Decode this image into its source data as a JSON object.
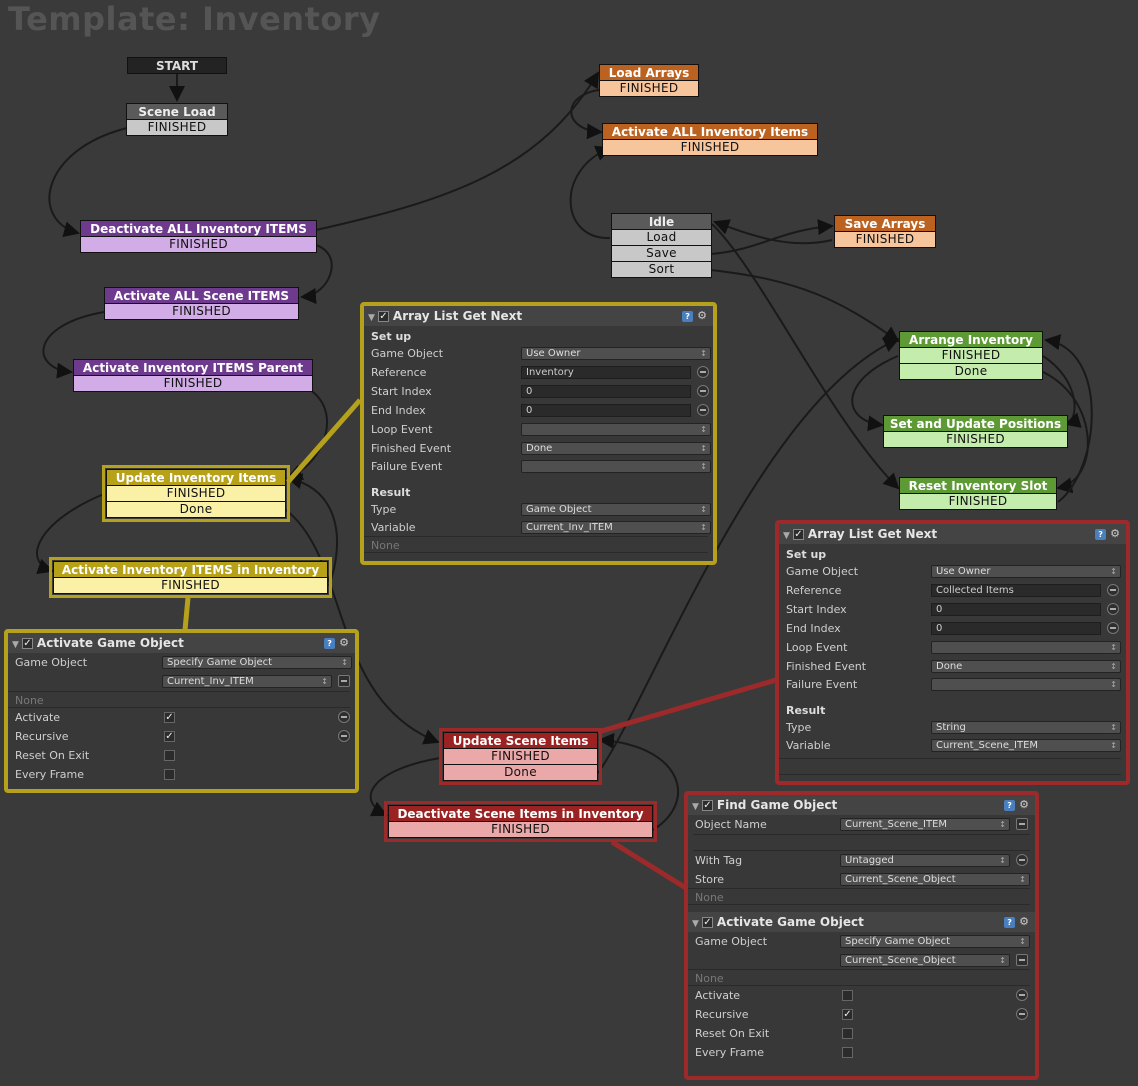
{
  "title": "Template: Inventory",
  "states": {
    "start": {
      "label": "START"
    },
    "scene_load": {
      "name": "Scene Load",
      "events": [
        "FINISHED"
      ]
    },
    "deactivate_all": {
      "name": "Deactivate ALL Inventory ITEMS",
      "events": [
        "FINISHED"
      ]
    },
    "activate_all_scene": {
      "name": "Activate ALL Scene ITEMS",
      "events": [
        "FINISHED"
      ]
    },
    "activate_parent": {
      "name": "Activate Inventory ITEMS Parent",
      "events": [
        "FINISHED"
      ]
    },
    "update_inventory": {
      "name": "Update Inventory Items",
      "events": [
        "FINISHED",
        "Done"
      ]
    },
    "activate_in_inventory": {
      "name": "Activate Inventory ITEMS in Inventory",
      "events": [
        "FINISHED"
      ]
    },
    "load_arrays": {
      "name": "Load Arrays",
      "events": [
        "FINISHED"
      ]
    },
    "activate_all_inventory": {
      "name": "Activate ALL Inventory Items",
      "events": [
        "FINISHED"
      ]
    },
    "idle": {
      "name": "Idle",
      "events": [
        "Load",
        "Save",
        "Sort"
      ]
    },
    "save_arrays": {
      "name": "Save Arrays",
      "events": [
        "FINISHED"
      ]
    },
    "arrange_inventory": {
      "name": "Arrange Inventory",
      "events": [
        "FINISHED",
        "Done"
      ]
    },
    "set_update_positions": {
      "name": "Set and Update Positions",
      "events": [
        "FINISHED"
      ]
    },
    "reset_slot": {
      "name": "Reset Inventory Slot",
      "events": [
        "FINISHED"
      ]
    },
    "update_scene": {
      "name": "Update Scene Items",
      "events": [
        "FINISHED",
        "Done"
      ]
    },
    "deactivate_scene": {
      "name": "Deactivate Scene Items in Inventory",
      "events": [
        "FINISHED"
      ]
    }
  },
  "panel_array1": {
    "title": "Array List Get Next",
    "setup": "Set up",
    "game_object_label": "Game Object",
    "game_object_value": "Use Owner",
    "reference_label": "Reference",
    "reference_value": "Inventory",
    "start_label": "Start Index",
    "start_value": "0",
    "end_label": "End Index",
    "end_value": "0",
    "loop_label": "Loop Event",
    "loop_value": "",
    "finished_label": "Finished Event",
    "finished_value": "Done",
    "failure_label": "Failure Event",
    "failure_value": "",
    "result": "Result",
    "type_label": "Type",
    "type_value": "Game Object",
    "variable_label": "Variable",
    "variable_value": "Current_Inv_ITEM",
    "none": "None"
  },
  "panel_activate1": {
    "title": "Activate Game Object",
    "game_object_label": "Game Object",
    "game_object_value": "Specify Game Object",
    "game_object_var": "Current_Inv_ITEM",
    "none": "None",
    "activate_label": "Activate",
    "activate": true,
    "recursive_label": "Recursive",
    "recursive": true,
    "reset_label": "Reset On Exit",
    "reset": false,
    "every_label": "Every Frame",
    "every": false
  },
  "panel_array2": {
    "title": "Array List Get Next",
    "setup": "Set up",
    "game_object_label": "Game Object",
    "game_object_value": "Use Owner",
    "reference_label": "Reference",
    "reference_value": "Collected Items",
    "start_label": "Start Index",
    "start_value": "0",
    "end_label": "End Index",
    "end_value": "0",
    "loop_label": "Loop Event",
    "loop_value": "",
    "finished_label": "Finished Event",
    "finished_value": "Done",
    "failure_label": "Failure Event",
    "failure_value": "",
    "result": "Result",
    "type_label": "Type",
    "type_value": "String",
    "variable_label": "Variable",
    "variable_value": "Current_Scene_ITEM"
  },
  "panel_find": {
    "title": "Find Game Object",
    "object_name_label": "Object Name",
    "object_name_value": "Current_Scene_ITEM",
    "tag_label": "With Tag",
    "tag_value": "Untagged",
    "store_label": "Store",
    "store_value": "Current_Scene_Object",
    "none": "None"
  },
  "panel_activate2": {
    "title": "Activate Game Object",
    "game_object_label": "Game Object",
    "game_object_value": "Specify Game Object",
    "game_object_var": "Current_Scene_Object",
    "none": "None",
    "activate_label": "Activate",
    "activate": false,
    "recursive_label": "Recursive",
    "recursive": true,
    "reset_label": "Reset On Exit",
    "reset": false,
    "every_label": "Every Frame",
    "every": false
  },
  "colors": {
    "yellow_select": "#b5a11c",
    "red_select": "#9d2a2a",
    "background": "#3a3a3a"
  }
}
